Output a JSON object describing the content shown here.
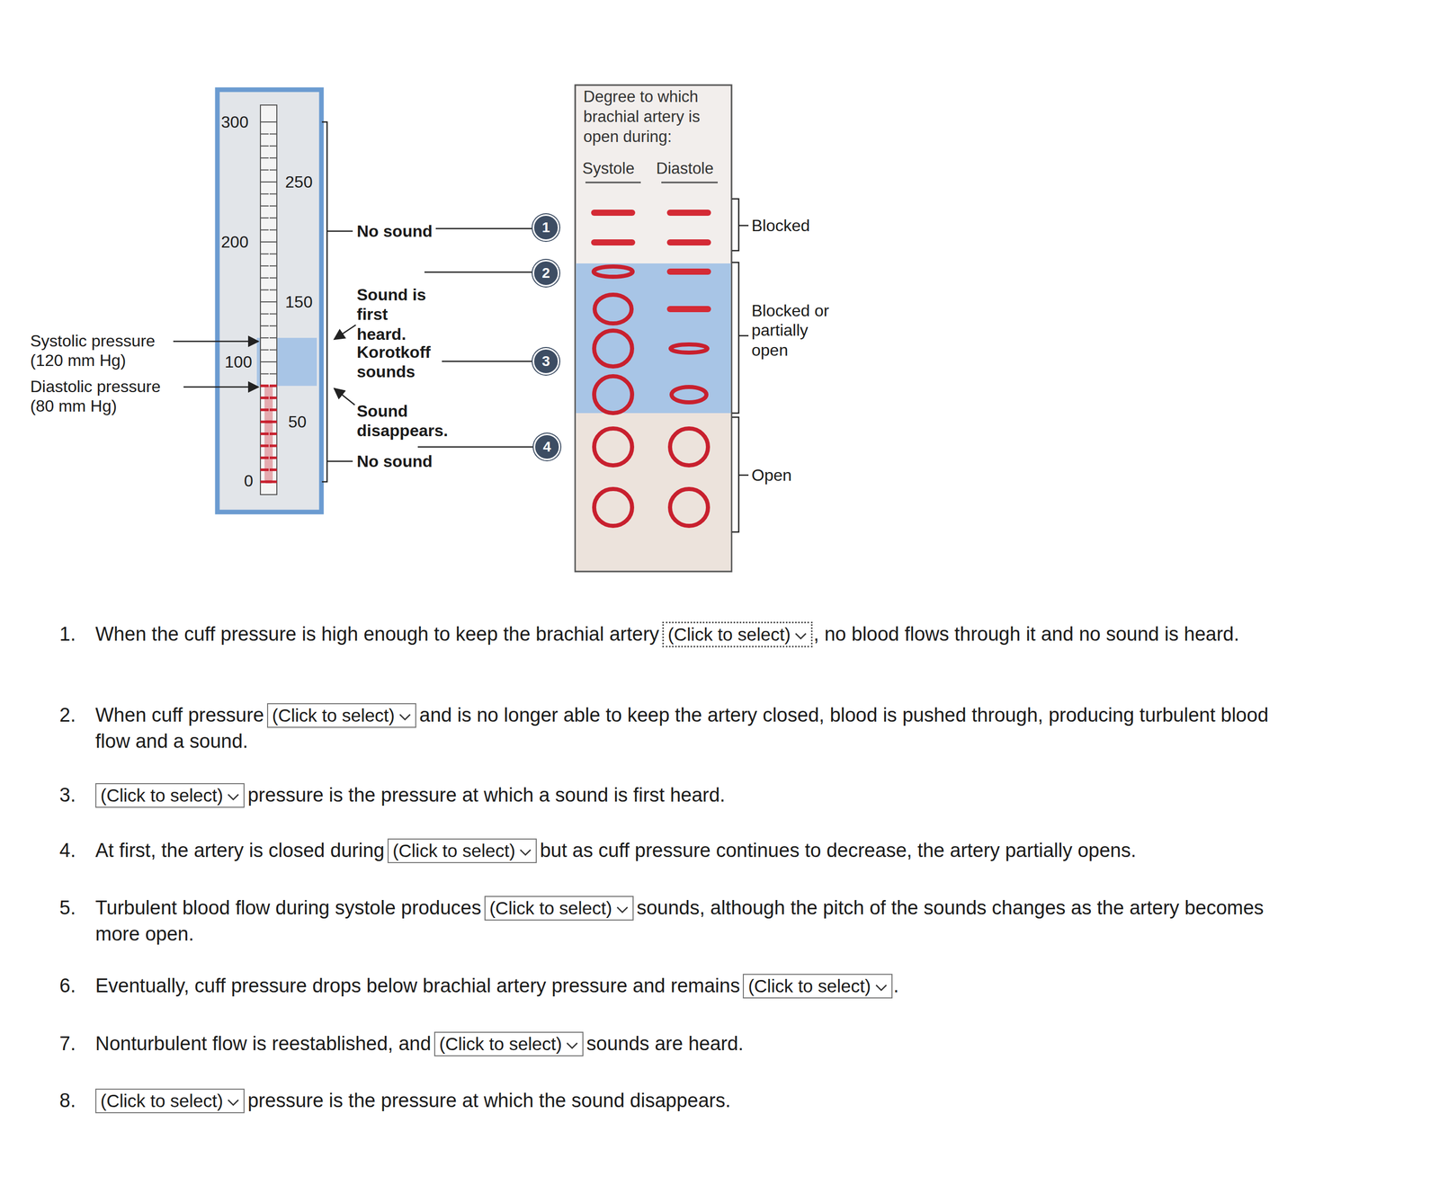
{
  "diagram": {
    "nodes": [
      {
        "text": [
          "1"
        ]
      },
      {
        "text": [
          "2"
        ]
      },
      {
        "text": [
          "3"
        ]
      },
      {
        "text": [
          "4"
        ]
      },
      {
        "text": [
          "Degree to which brachial artery is open during:",
          "Systole",
          "Diastole"
        ]
      },
      {
        "text": [
          "(Click to select)"
        ]
      },
      {
        "text": [
          "(Click to select)"
        ]
      },
      {
        "text": [
          "(Click to select)"
        ]
      },
      {
        "text": [
          "(Click to select)"
        ]
      },
      {
        "text": [
          "(Click to select)"
        ]
      },
      {
        "text": [
          "(Click to select)"
        ]
      },
      {
        "text": [
          "(Click to select)"
        ]
      },
      {
        "text": [
          "(Click to select)"
        ]
      }
    ],
    "labels": [
      "300",
      "250",
      "200",
      "150",
      "100",
      "50",
      "0",
      "Systolic pressure (120 mm Hg)",
      "Diastolic pressure (80 mm Hg)",
      "No sound",
      "Sound is first heard.",
      "Korotkoff sounds",
      "Sound disappears.",
      "No sound",
      "Blocked",
      "Blocked or partially open",
      "Open",
      "1.",
      "When the cuff pressure is high enough to keep the brachial artery",
      ", no blood flows through it and no sound is heard.",
      "2.",
      "When cuff pressure",
      "and is no longer able to keep the artery closed, blood is pushed through, producing turbulent blood flow and a sound.",
      "3.",
      "pressure is the pressure at which a sound is first heard.",
      "4.",
      "At first, the artery is closed during",
      "but as cuff pressure continues to decrease, the artery partially opens.",
      "5.",
      "Turbulent blood flow during systole produces",
      "sounds, although the pitch of the sounds changes as the artery becomes more open.",
      "6.",
      "Eventually, cuff pressure drops below brachial artery pressure and remains",
      ".",
      "7.",
      "Nonturbulent flow is reestablished, and",
      "sounds are heard.",
      "8.",
      "pressure is the pressure at which the sound disappears."
    ]
  }
}
